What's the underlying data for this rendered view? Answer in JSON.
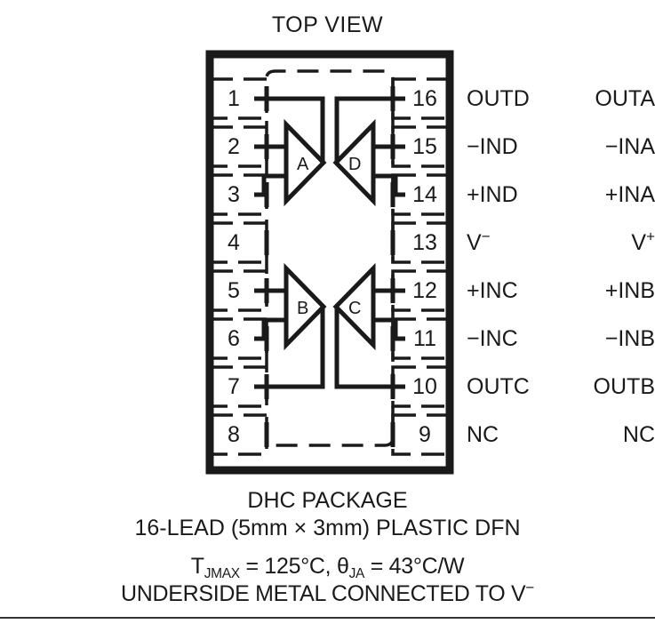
{
  "title": "TOP VIEW",
  "package": {
    "outline_color": "#1a1a1a",
    "trace_color": "#1a1a1a",
    "background": "#ffffff"
  },
  "pins_left": [
    {
      "number": "1",
      "label": "OUTA",
      "sup": ""
    },
    {
      "number": "2",
      "label": "−INA",
      "sup": ""
    },
    {
      "number": "3",
      "label": "+INA",
      "sup": ""
    },
    {
      "number": "4",
      "label": "V",
      "sup": "+"
    },
    {
      "number": "5",
      "label": "+INB",
      "sup": ""
    },
    {
      "number": "6",
      "label": "−INB",
      "sup": ""
    },
    {
      "number": "7",
      "label": "OUTB",
      "sup": ""
    },
    {
      "number": "8",
      "label": "NC",
      "sup": ""
    }
  ],
  "pins_right": [
    {
      "number": "16",
      "label": "OUTD",
      "sup": ""
    },
    {
      "number": "15",
      "label": "−IND",
      "sup": ""
    },
    {
      "number": "14",
      "label": "+IND",
      "sup": ""
    },
    {
      "number": "13",
      "label": "V",
      "sup": "−"
    },
    {
      "number": "12",
      "label": "+INC",
      "sup": ""
    },
    {
      "number": "11",
      "label": "−INC",
      "sup": ""
    },
    {
      "number": "10",
      "label": "OUTC",
      "sup": ""
    },
    {
      "number": "9",
      "label": "NC",
      "sup": ""
    }
  ],
  "amplifiers": [
    {
      "id": "A"
    },
    {
      "id": "D"
    },
    {
      "id": "B"
    },
    {
      "id": "C"
    }
  ],
  "caption": {
    "line1": "DHC PACKAGE",
    "line2_prefix": "16-LEAD (5mm ",
    "line2_times": "×",
    "line2_suffix": " 3mm) PLASTIC DFN",
    "line3_t": "T",
    "line3_tsub": "JMAX",
    "line3_mid": " = 125°C, θ",
    "line3_thsub": "JA",
    "line3_end": " = 43°C/W",
    "line4_prefix": "UNDERSIDE METAL CONNECTED TO V",
    "line4_sup": "−"
  }
}
